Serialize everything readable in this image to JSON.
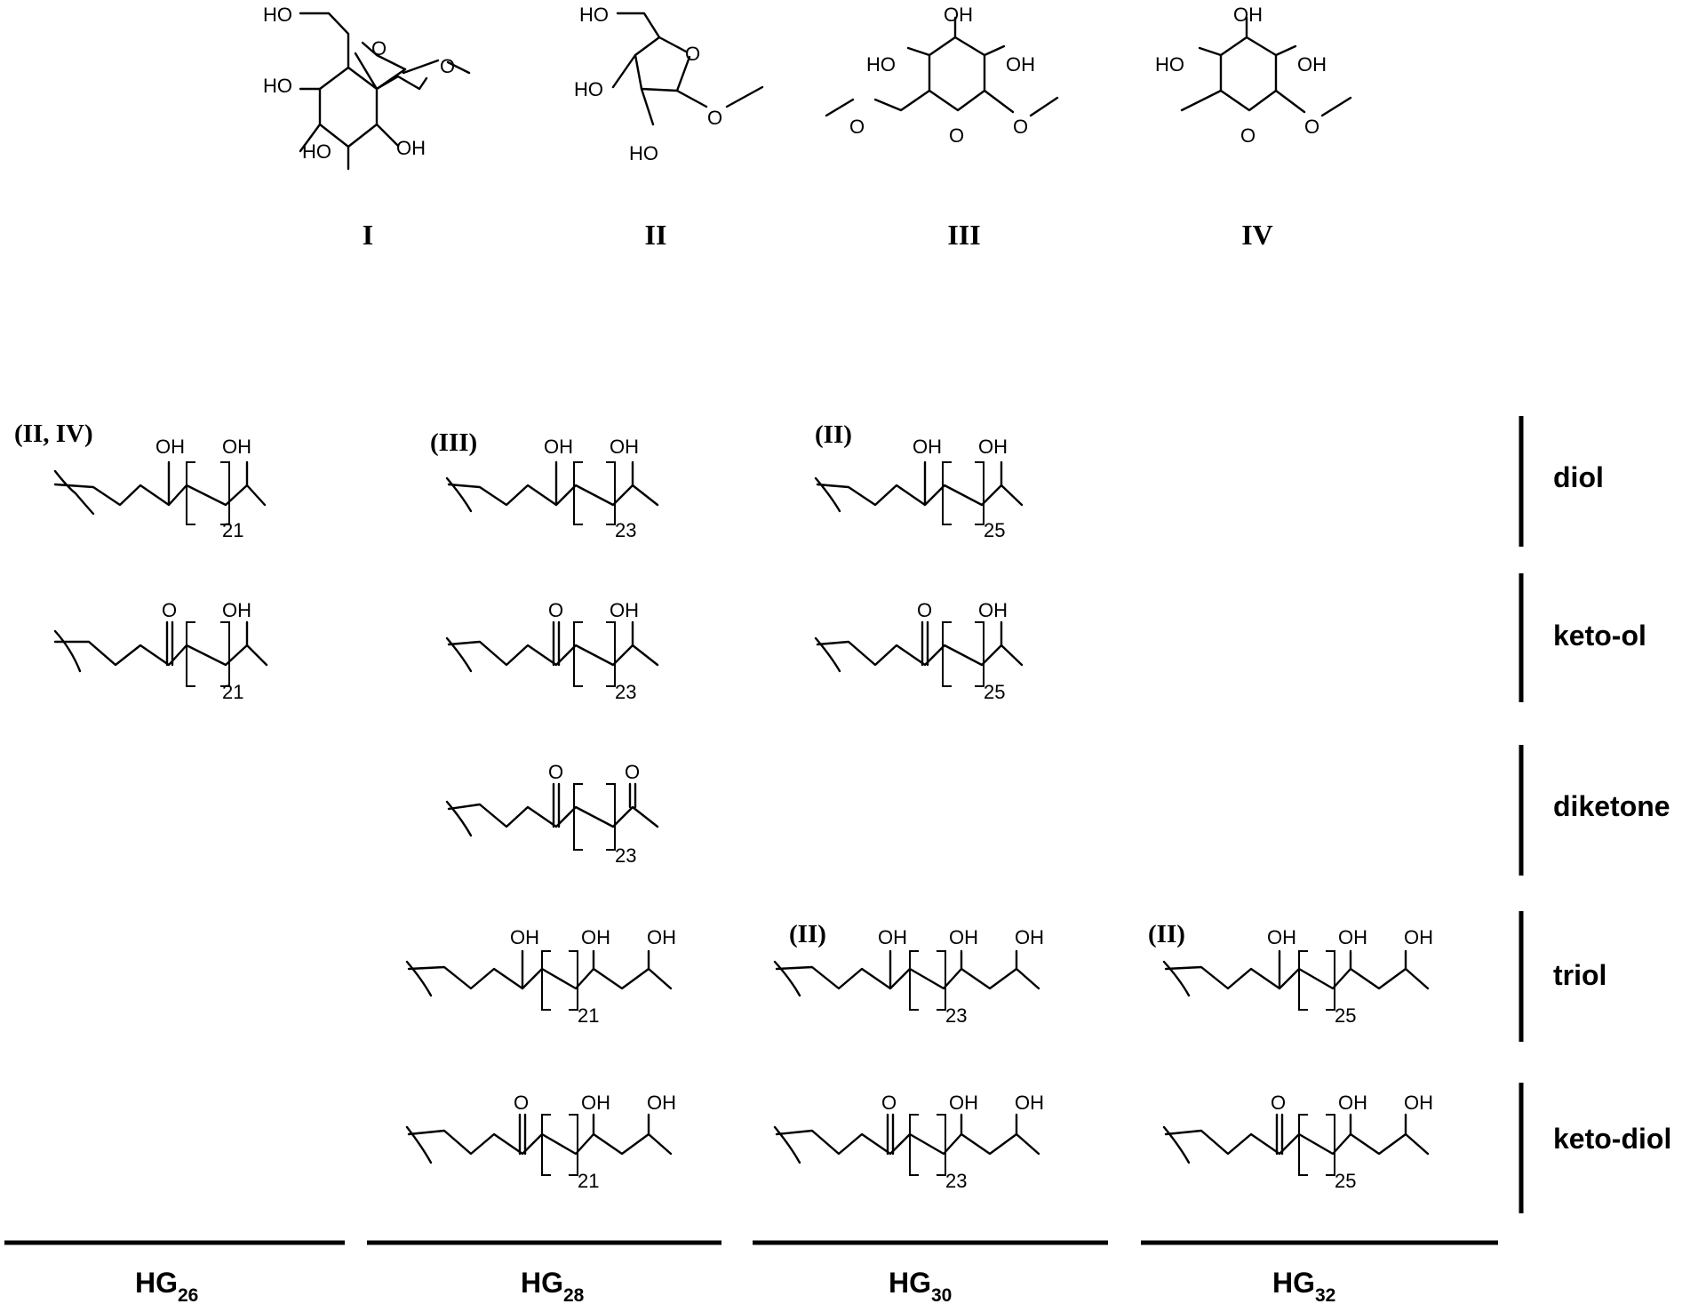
{
  "sugars": [
    {
      "numeral": "I",
      "labels": [
        "HO",
        "HO",
        "HO",
        "OH"
      ]
    },
    {
      "numeral": "II",
      "labels": [
        "HO",
        "HO",
        "HO"
      ]
    },
    {
      "numeral": "III",
      "labels": [
        "OH",
        "HO",
        "OH"
      ]
    },
    {
      "numeral": "IV",
      "labels": [
        "OH",
        "HO",
        "OH"
      ]
    }
  ],
  "atoms": {
    "hydroxyl": "OH",
    "oxygen": "O"
  },
  "classes": [
    "diol",
    "keto-ol",
    "diketone",
    "triol",
    "keto-diol"
  ],
  "groups": [
    {
      "prefix": "HG",
      "sub": "26"
    },
    {
      "prefix": "HG",
      "sub": "28"
    },
    {
      "prefix": "HG",
      "sub": "30"
    },
    {
      "prefix": "HG",
      "sub": "32"
    }
  ],
  "structures": [
    {
      "class": "diol",
      "group": "HG26",
      "sugar_tag": "(II, IV)",
      "repeat": "21"
    },
    {
      "class": "diol",
      "group": "HG28",
      "sugar_tag": "(III)",
      "repeat": "23"
    },
    {
      "class": "diol",
      "group": "HG30",
      "sugar_tag": "(II)",
      "repeat": "25"
    },
    {
      "class": "keto-ol",
      "group": "HG26",
      "sugar_tag": "",
      "repeat": "21"
    },
    {
      "class": "keto-ol",
      "group": "HG28",
      "sugar_tag": "",
      "repeat": "23"
    },
    {
      "class": "keto-ol",
      "group": "HG30",
      "sugar_tag": "",
      "repeat": "25"
    },
    {
      "class": "diketone",
      "group": "HG28",
      "sugar_tag": "",
      "repeat": "23"
    },
    {
      "class": "triol",
      "group": "HG28",
      "sugar_tag": "",
      "repeat": "21"
    },
    {
      "class": "triol",
      "group": "HG30",
      "sugar_tag": "(II)",
      "repeat": "23"
    },
    {
      "class": "triol",
      "group": "HG32",
      "sugar_tag": "(II)",
      "repeat": "25"
    },
    {
      "class": "keto-diol",
      "group": "HG28",
      "sugar_tag": "",
      "repeat": "21"
    },
    {
      "class": "keto-diol",
      "group": "HG30",
      "sugar_tag": "",
      "repeat": "23"
    },
    {
      "class": "keto-diol",
      "group": "HG32",
      "sugar_tag": "",
      "repeat": "25"
    }
  ]
}
